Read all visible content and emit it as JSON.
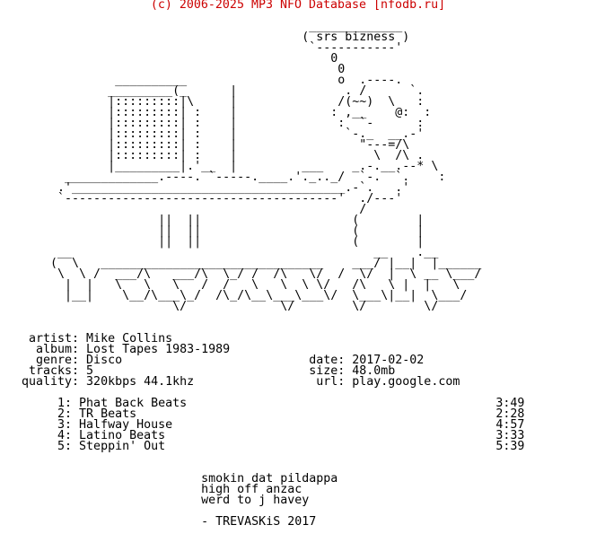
{
  "header": {
    "copyright": "(c) 2006-2025 MP3 NFO Database [nfodb.ru]",
    "accent_color": "#cc0000"
  },
  "art": {
    "lines": [
      "                                         _____________",
      "                                        ( srs bizness )",
      "                                         `-----------'",
      "                                            0",
      "                                             0",
      "              __________                     o  .----.",
      "             _________(_      |               . /      `.",
      "             |:::::::::|\\     |              /(~~)  \\   :",
      "             |:::::::::| :    |             : ,__    @:  :",
      "             |:::::::::| :    |              :  `-      :",
      "             |:::::::::| :    |               `-._  __.-'",
      "             |:::::::::| :    |                 \"---=/\\",
      "             |:::::::::| :    |                   \\  /\\ .",
      "             |_________|.'__  |         ___    _.-.__.--* \\",
      "       _____________.----. `-----.____.'._.._/  `-.  `.    :",
      "      .'______________________________________.-`.   .'",
      "      `--------------------------------------'  ./---'",
      "                                                /",
      "                    ||  ||                     (        |",
      "                    ||  ||                     (        |",
      "                    ||  ||                     (        |",
      "      __                                          __    .__",
      "     (  \\   _______________________________    ___/ |__|  |______",
      "      \\  \\ /  ___/\\   ___/\\  \\_/ /  /\\   \\/  /  \\/  |  \\ __ \\___/",
      "       |  |   \\   \\   \\   /  /   \\   \\  \\ \\/   /\\   \\ |  |   \\",
      "       |__|    \\__/\\___\\_/  /\\_/\\__\\___\\___\\/  \\___\\|__|  \\___/",
      "                      \\/             \\/        \\/        \\/"
    ]
  },
  "release": {
    "artist_label": "artist:",
    "artist": "Mike Collins",
    "album_label": "album:",
    "album": "Lost Tapes 1983-1989",
    "genre_label": "genre:",
    "genre": "Disco",
    "tracks_label": "tracks:",
    "tracks": "5",
    "quality_label": "quality:",
    "quality": "320kbps 44.1khz",
    "date_label": "date:",
    "date": "2017-02-02",
    "size_label": "size:",
    "size": "48.0mb",
    "url_label": "url:",
    "url": "play.google.com"
  },
  "tracklist": [
    {
      "num": "1:",
      "title": "Phat Back Beats",
      "length": "3:49"
    },
    {
      "num": "2:",
      "title": "TR Beats",
      "length": "2:28"
    },
    {
      "num": "3:",
      "title": "Halfway House",
      "length": "4:57"
    },
    {
      "num": "4:",
      "title": "Latino Beats",
      "length": "3:33"
    },
    {
      "num": "5:",
      "title": "Steppin' Out",
      "length": "5:39"
    }
  ],
  "notes": {
    "line1": "smokin dat pildappa",
    "line2": "high off anzac",
    "line3": "werd to j havey",
    "signoff": "- TREVASKiS 2017"
  }
}
